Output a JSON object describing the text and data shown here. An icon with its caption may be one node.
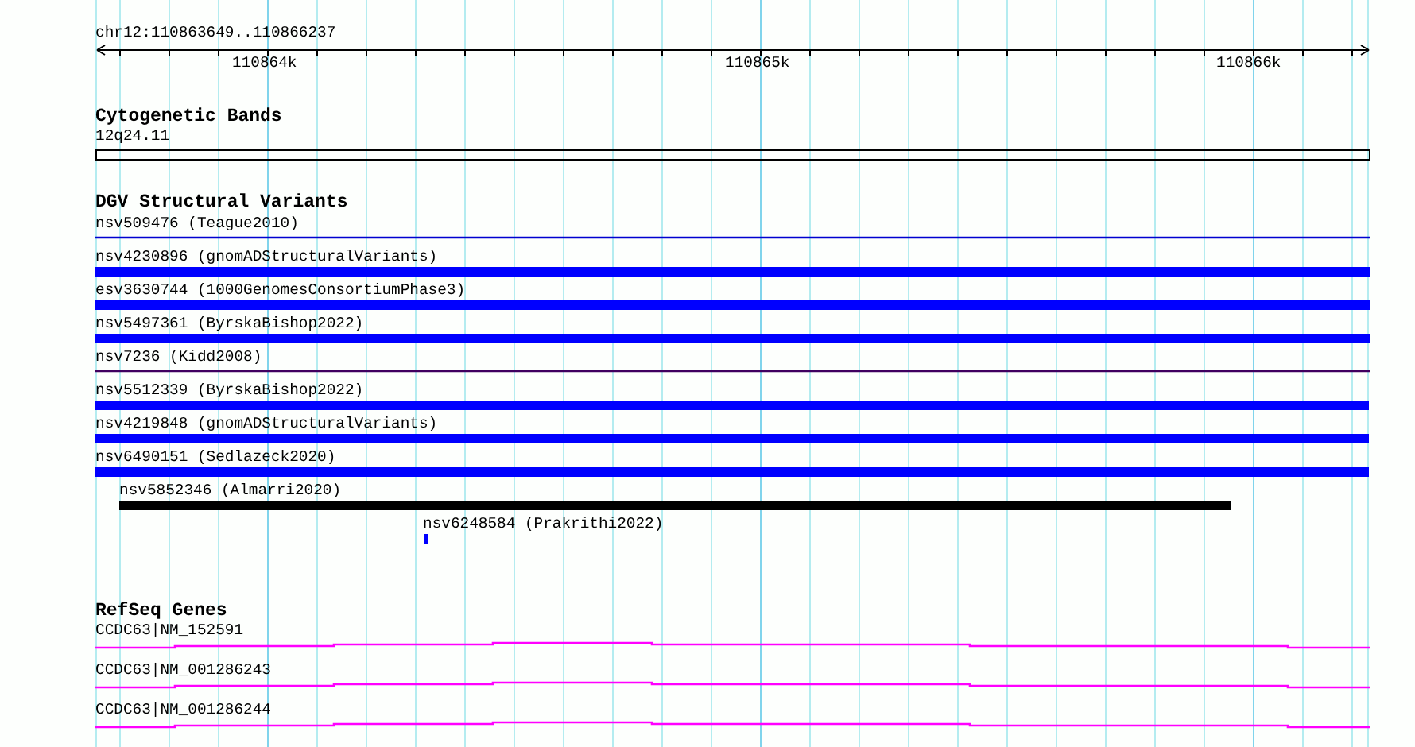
{
  "diagram": {
    "labels": [
      "chr12:110863649..110866237",
      "110864k",
      "110865k",
      "110866k",
      "Cytogenetic Bands",
      "12q24.11",
      "DGV Structural Variants",
      "nsv509476 (Teague2010)",
      "nsv4230896 (gnomADStructuralVariants)",
      "esv3630744 (1000GenomesConsortiumPhase3)",
      "nsv5497361 (ByrskaBishop2022)",
      "nsv7236 (Kidd2008)",
      "nsv5512339 (ByrskaBishop2022)",
      "nsv4219848 (gnomADStructuralVariants)",
      "nsv6490151 (Sedlazeck2020)",
      "nsv5852346 (Almarri2020)",
      "nsv6248584 (Prakrithi2022)",
      "RefSeq Genes",
      "CCDC63|NM_152591",
      "CCDC63|NM_001286243",
      "CCDC63|NM_001286244"
    ]
  }
}
